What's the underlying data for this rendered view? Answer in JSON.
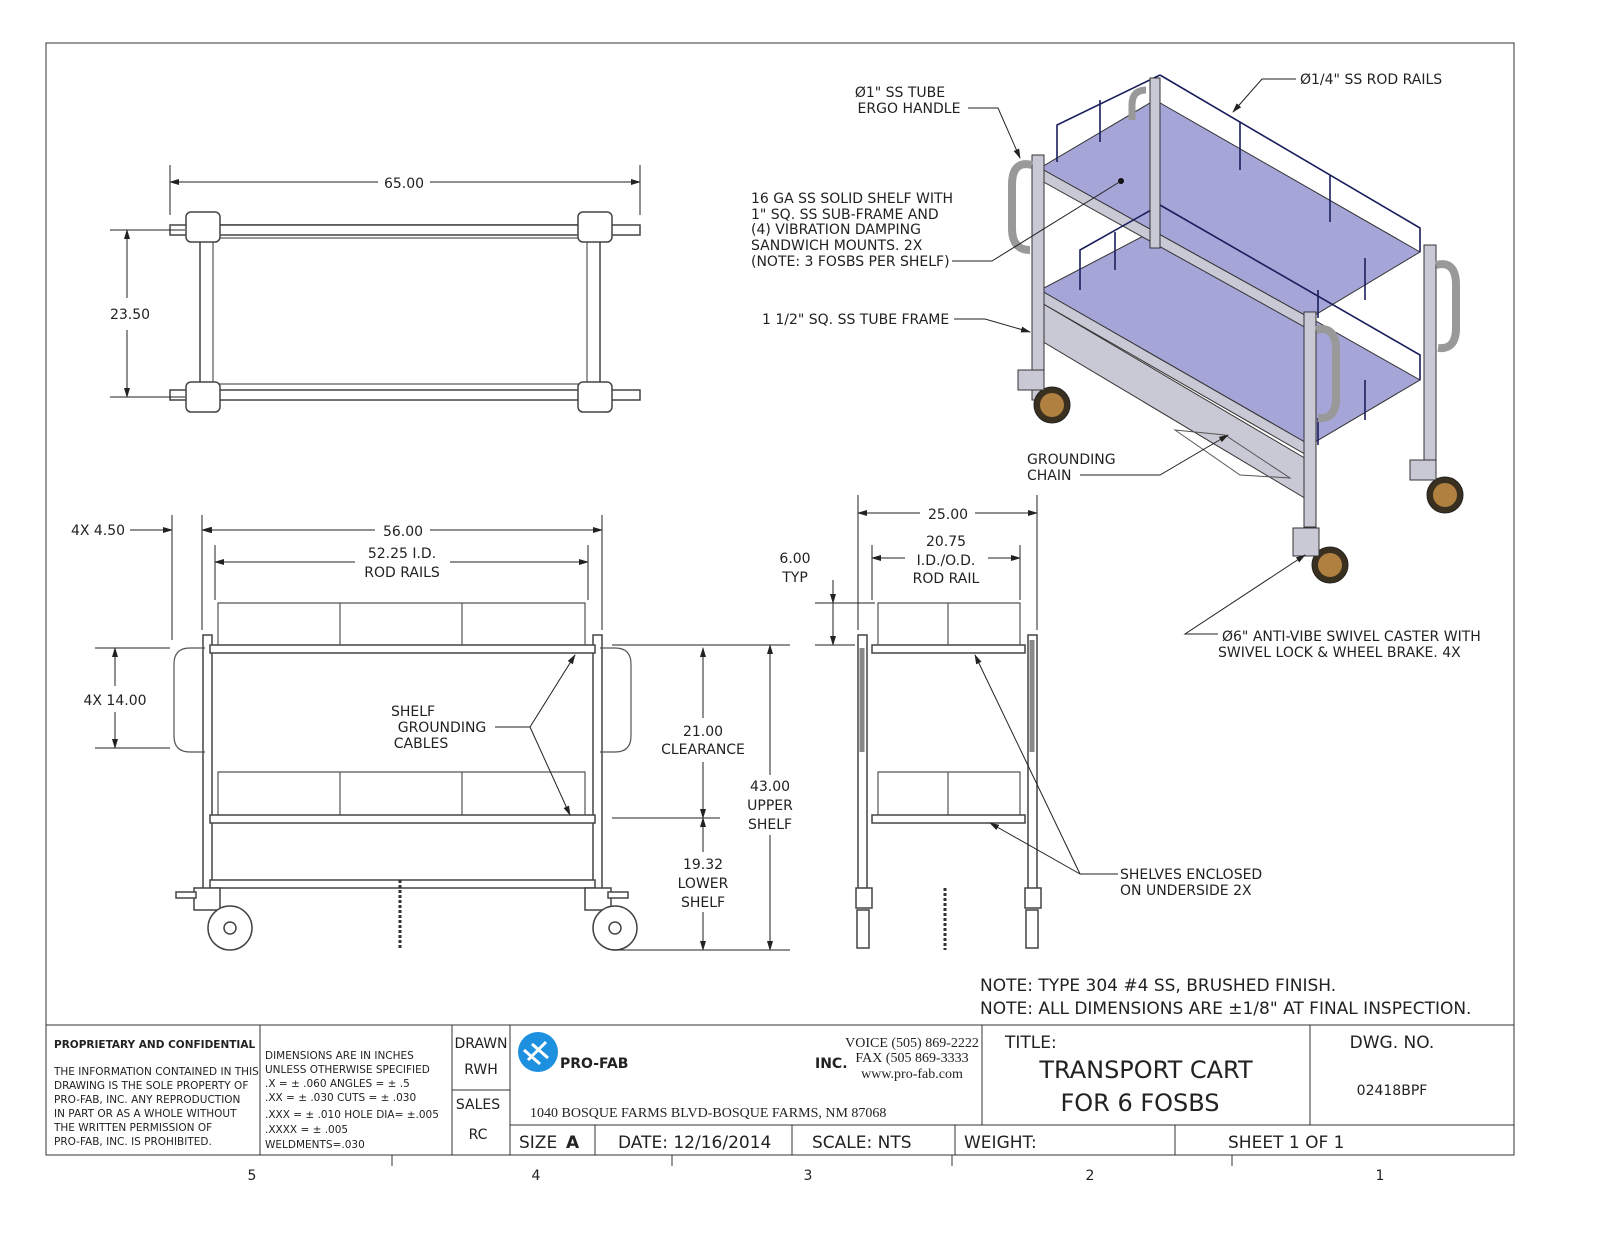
{
  "top_view": {
    "width_dim": "65.00",
    "depth_dim": "23.50"
  },
  "front_view": {
    "overall_dim": "56.00",
    "rail_dim": "52.25 I.D.",
    "rail_dim_2": "ROD RAILS",
    "post_dim": "4X 4.50",
    "handle_dim": "4X 14.00",
    "clearance_dim": "21.00",
    "clearance_label": "CLEARANCE",
    "upper_dim": "43.00",
    "upper_label_1": "UPPER",
    "upper_label_2": "SHELF",
    "lower_dim": "19.32",
    "lower_label_1": "LOWER",
    "lower_label_2": "SHELF",
    "cables_1": "SHELF",
    "cables_2": "GROUNDING",
    "cables_3": "CABLES"
  },
  "side_view": {
    "overall_dim": "25.00",
    "rail_dim": "20.75",
    "rail_dim_2": "I.D./O.D.",
    "rail_dim_3": "ROD RAIL",
    "typ_dim": "6.00",
    "typ_label": "TYP",
    "shelves_1": "SHELVES ENCLOSED",
    "shelves_2": "ON UNDERSIDE 2X"
  },
  "iso_view": {
    "handle_1": "Ø1\" SS TUBE",
    "handle_2": "ERGO HANDLE",
    "rails": "Ø1/4\" SS ROD RAILS",
    "shelf_1": "16 GA SS SOLID SHELF WITH",
    "shelf_2": "1\" SQ. SS SUB-FRAME AND",
    "shelf_3": "(4) VIBRATION DAMPING",
    "shelf_4": "SANDWICH MOUNTS. 2X",
    "shelf_5": "(NOTE: 3 FOSBS PER SHELF)",
    "frame": "1 1/2\" SQ. SS TUBE FRAME",
    "chain_1": "GROUNDING",
    "chain_2": "CHAIN",
    "caster_1": "Ø6\" ANTI-VIBE SWIVEL CASTER WITH",
    "caster_2": "SWIVEL LOCK & WHEEL BRAKE. 4X"
  },
  "notes": [
    "NOTE: TYPE 304 #4 SS, BRUSHED FINISH.",
    "NOTE: ALL DIMENSIONS ARE ±1/8\" AT FINAL INSPECTION."
  ],
  "title_block": {
    "proprietary_title": "PROPRIETARY AND CONFIDENTIAL",
    "proprietary_lines": [
      "THE INFORMATION CONTAINED IN THIS",
      "DRAWING IS THE SOLE PROPERTY OF",
      "PRO-FAB, INC.  ANY REPRODUCTION",
      "IN PART OR AS A WHOLE WITHOUT",
      "THE WRITTEN PERMISSION OF",
      "PRO-FAB, INC. IS PROHIBITED."
    ],
    "tolerance_lines": [
      "DIMENSIONS ARE IN INCHES",
      "UNLESS OTHERWISE SPECIFIED",
      ".X = ± .060       ANGLES = ± .5",
      ".XX = ± .030      CUTS = ± .030",
      ".XXX = ± .010   HOLE DIA= ±.005",
      ".XXXX = ± .005",
      "WELDMENTS=.030"
    ],
    "drawn_label": "DRAWN",
    "drawn_value": "RWH",
    "sales_label": "SALES",
    "sales_value": "RC",
    "company": "PRO-FAB",
    "company_suffix": "INC.",
    "voice": "VOICE (505) 869-2222",
    "fax": "FAX (505 869-3333",
    "web": "www.pro-fab.com",
    "address": "1040 BOSQUE FARMS BLVD-BOSQUE FARMS, NM 87068",
    "title_label": "TITLE:",
    "title_1": "TRANSPORT CART",
    "title_2": "FOR 6 FOSBS",
    "dwg_label": "DWG.  NO.",
    "dwg_no": "02418BPF",
    "size_label": "SIZE",
    "size_value": "A",
    "date": "DATE:  12/16/2014",
    "scale": "SCALE: NTS",
    "weight": "WEIGHT:",
    "sheet": "SHEET 1 OF 1"
  },
  "zones": [
    "5",
    "4",
    "3",
    "2",
    "1"
  ],
  "colors": {
    "shelf": "#a5a5d8",
    "logo_blue": "#1e90e0"
  }
}
